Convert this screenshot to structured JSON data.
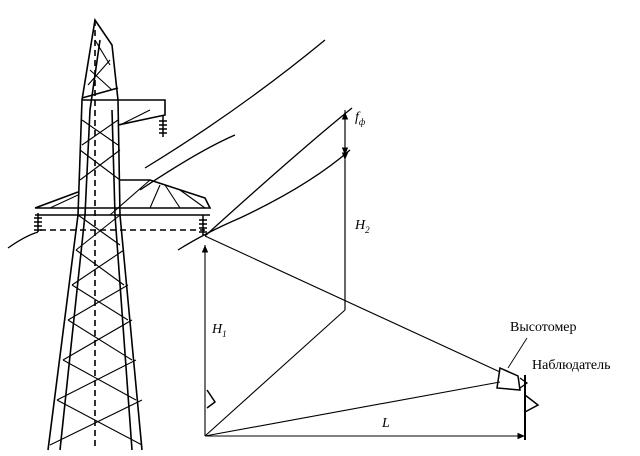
{
  "labels": {
    "f_main": "f",
    "f_sub": "ф",
    "h2_main": "H",
    "h2_sub": "2",
    "h1_main": "H",
    "h1_sub": "1",
    "l": "L",
    "altimeter": "Высотомер",
    "observer": "Наблюдатель"
  }
}
